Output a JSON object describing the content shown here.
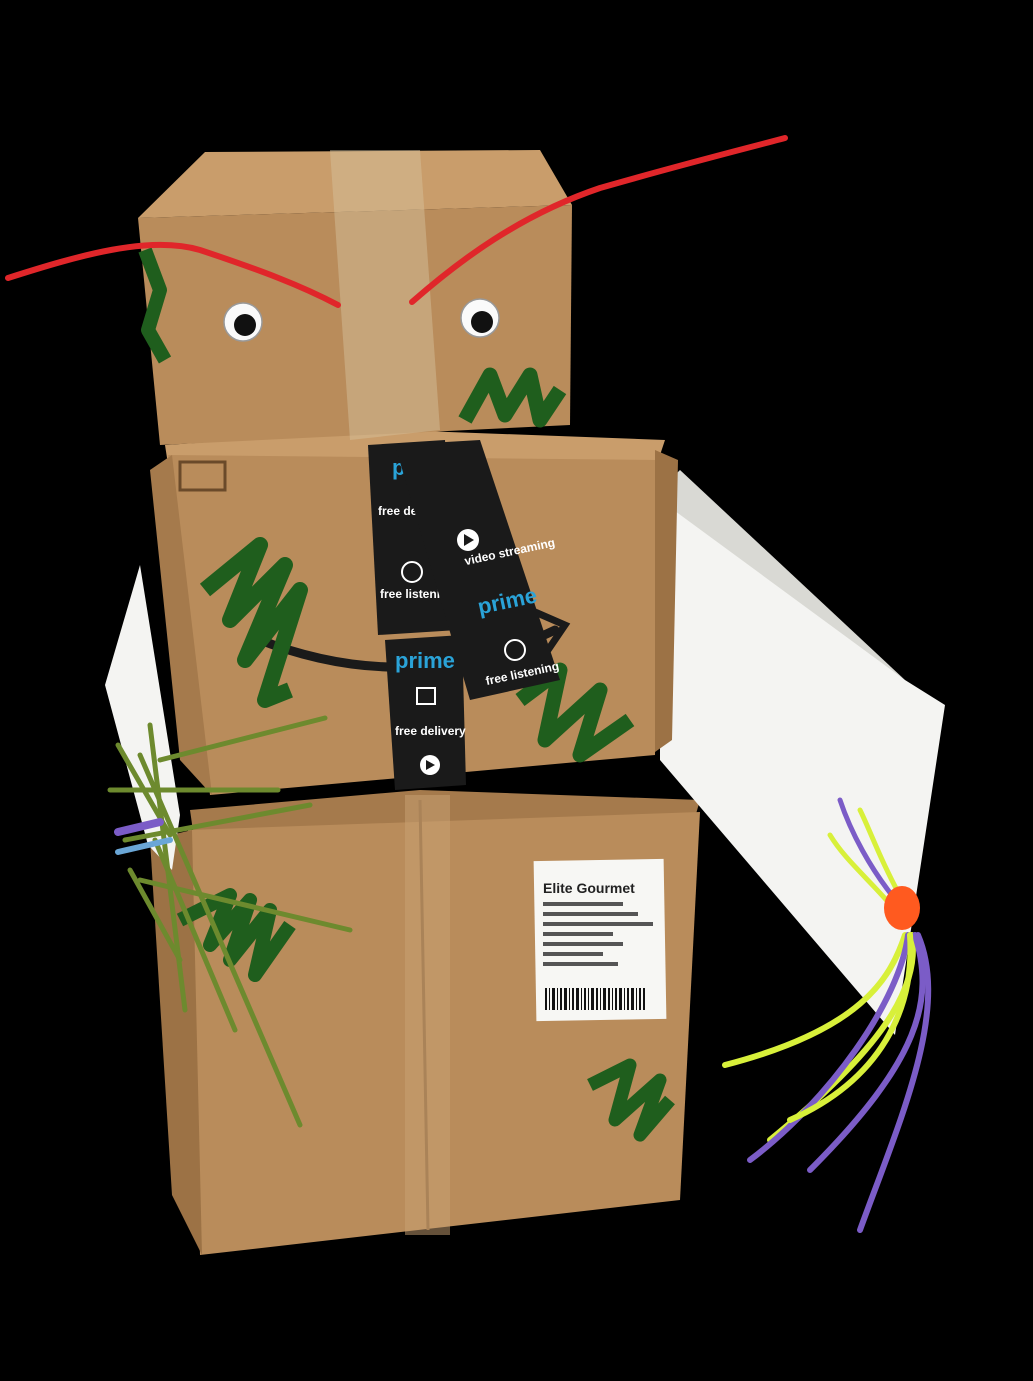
{
  "colors": {
    "background": "#000000",
    "cardboard": "#b98c5b",
    "cardboard_dark": "#9c7245",
    "cardboard_light": "#c99d6b",
    "tape_black": "#1a1a1a",
    "prime_blue": "#2aa3d8",
    "marker_green": "#1f5e1d",
    "pipe_red": "#e0262a",
    "pipe_yellow": "#d8f03a",
    "pipe_purple": "#7b5cc7",
    "pipe_orange": "#ff5a1f",
    "pipe_green": "#6d8a2e",
    "white_panel": "#f4f4f2"
  },
  "tape": {
    "prime": "prime",
    "free_delivery": "free delivery",
    "video_streaming": "video streaming",
    "free_listening": "free listening"
  },
  "shipping_label": {
    "brand": "Elite Gourmet"
  }
}
